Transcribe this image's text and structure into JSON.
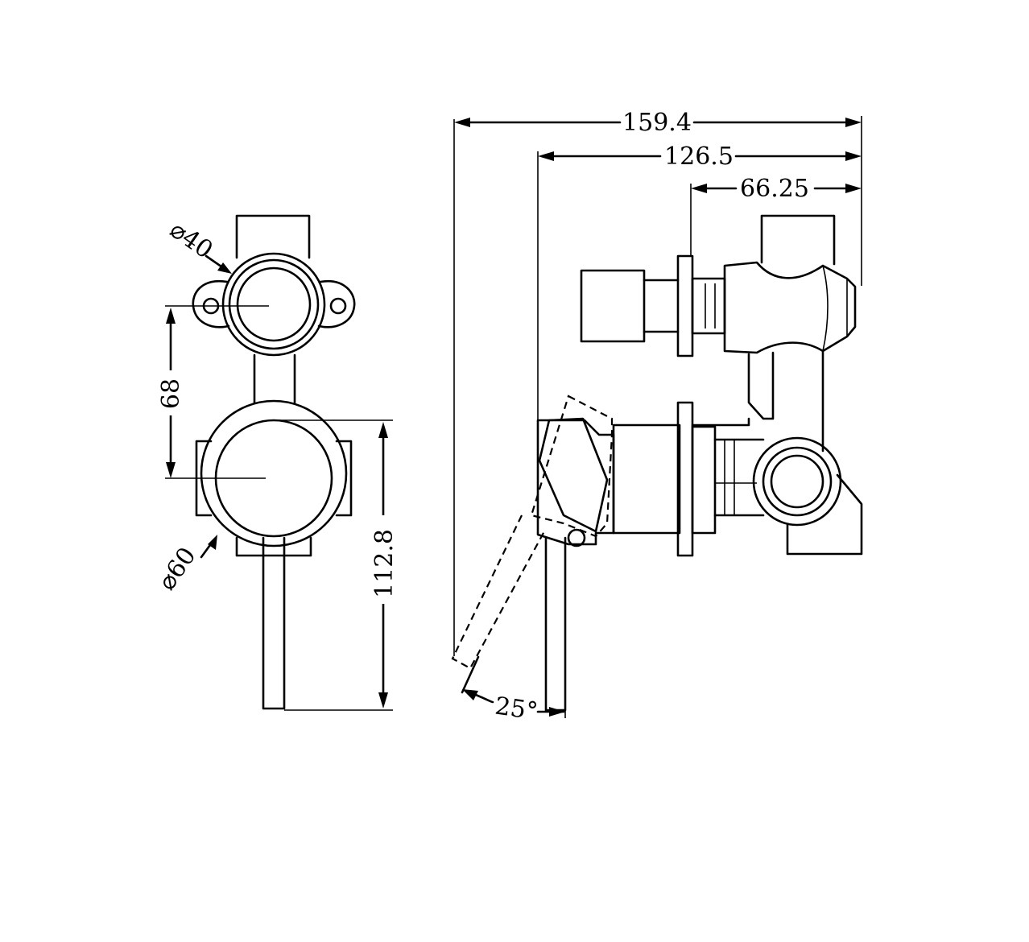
{
  "dimensions": {
    "dia_top": "⌀40",
    "dia_bottom": "⌀60",
    "vertical_spacing": "68",
    "total_height": "112.8",
    "overall_depth": "159.4",
    "lever_depth": "126.5",
    "body_depth": "66.25",
    "lever_angle": "25°"
  }
}
